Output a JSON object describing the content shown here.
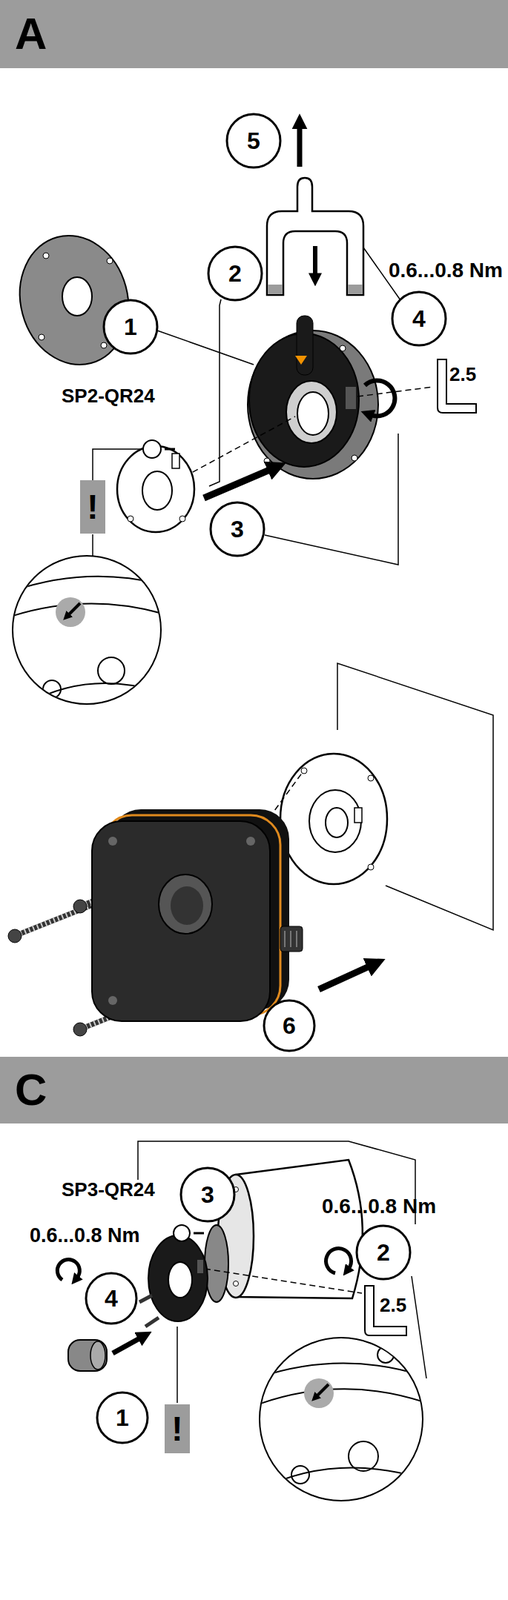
{
  "diagram": {
    "nodes": [
      {
        "text": [
          "A"
        ]
      },
      {
        "text": [
          "5"
        ]
      },
      {
        "text": [
          "2"
        ]
      },
      {
        "text": [
          "4"
        ]
      },
      {
        "text": [
          "1"
        ]
      },
      {
        "text": [
          "!"
        ]
      },
      {
        "text": [
          "3"
        ]
      },
      {
        "text": [
          "6"
        ]
      },
      {
        "text": [
          "C"
        ]
      },
      {
        "text": [
          "3"
        ]
      },
      {
        "text": [
          "2"
        ]
      },
      {
        "text": [
          "4"
        ]
      },
      {
        "text": [
          "1"
        ]
      },
      {
        "text": [
          "!"
        ]
      }
    ],
    "labels": [
      "0.6...0.8 Nm",
      "2.5",
      "SP2-QR24",
      "SP3-QR24",
      "0.6...0.8 Nm",
      "0.6...0.8 Nm",
      "2.5"
    ]
  }
}
